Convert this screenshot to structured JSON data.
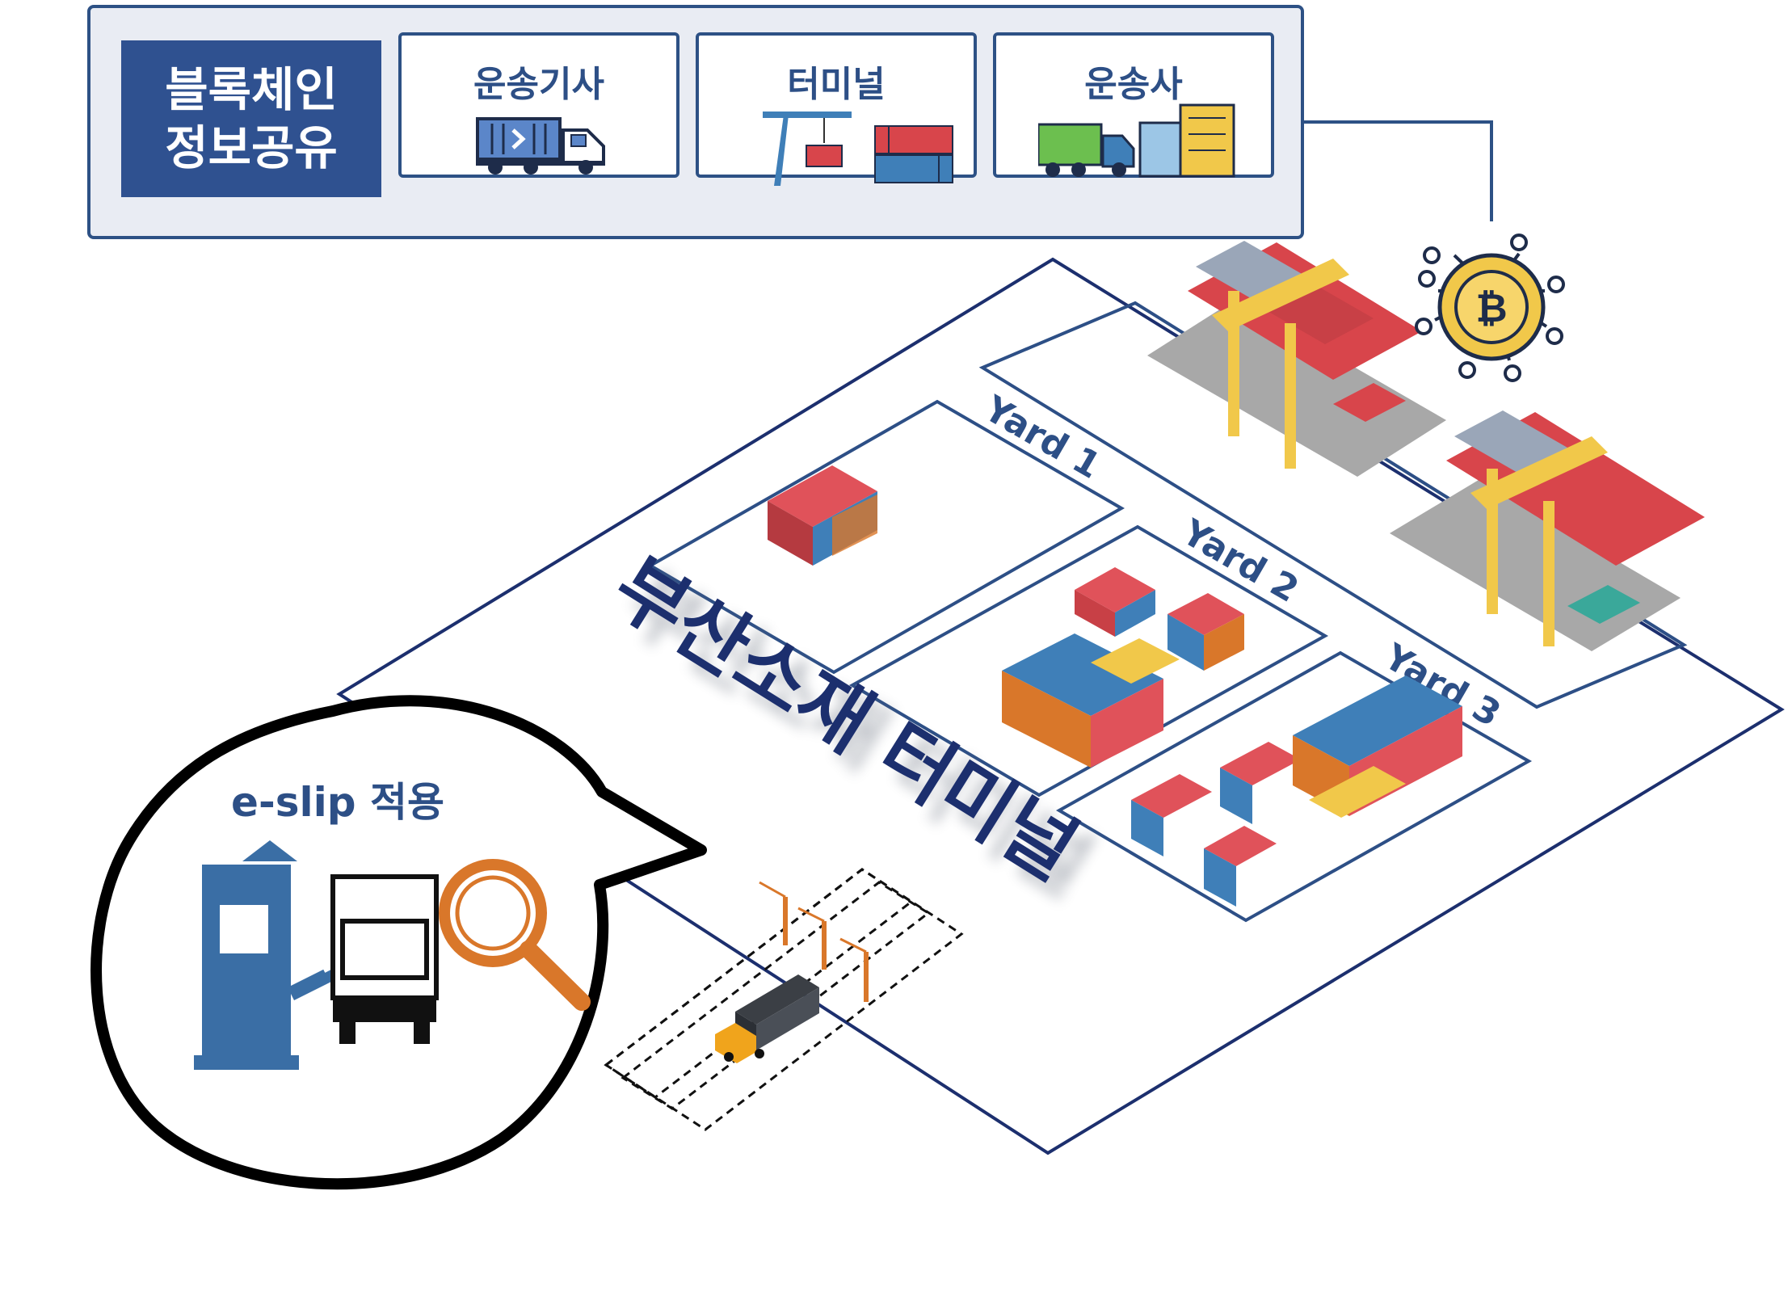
{
  "header": {
    "blockchain_label_line1": "블록체인",
    "blockchain_label_line2": "정보공유",
    "participants": [
      {
        "label": "운송기사",
        "icon": "container-truck-icon"
      },
      {
        "label": "터미널",
        "icon": "crane-container-icon"
      },
      {
        "label": "운송사",
        "icon": "truck-building-icon"
      }
    ]
  },
  "terminal": {
    "title": "부산소재 터미널",
    "yards": [
      "Yard 1",
      "Yard 2",
      "Yard 3"
    ]
  },
  "callout": {
    "title": "e-slip 적용",
    "icons": [
      "gate-booth-icon",
      "truck-front-icon",
      "magnifier-icon"
    ]
  },
  "colors": {
    "navy": "#2d4f86",
    "dark_blue": "#2f5190",
    "panel_bg": "#e9ecf3",
    "orange": "#d9772a",
    "gate_blue": "#3a6ea5",
    "line_navy": "#1c2f6e"
  }
}
